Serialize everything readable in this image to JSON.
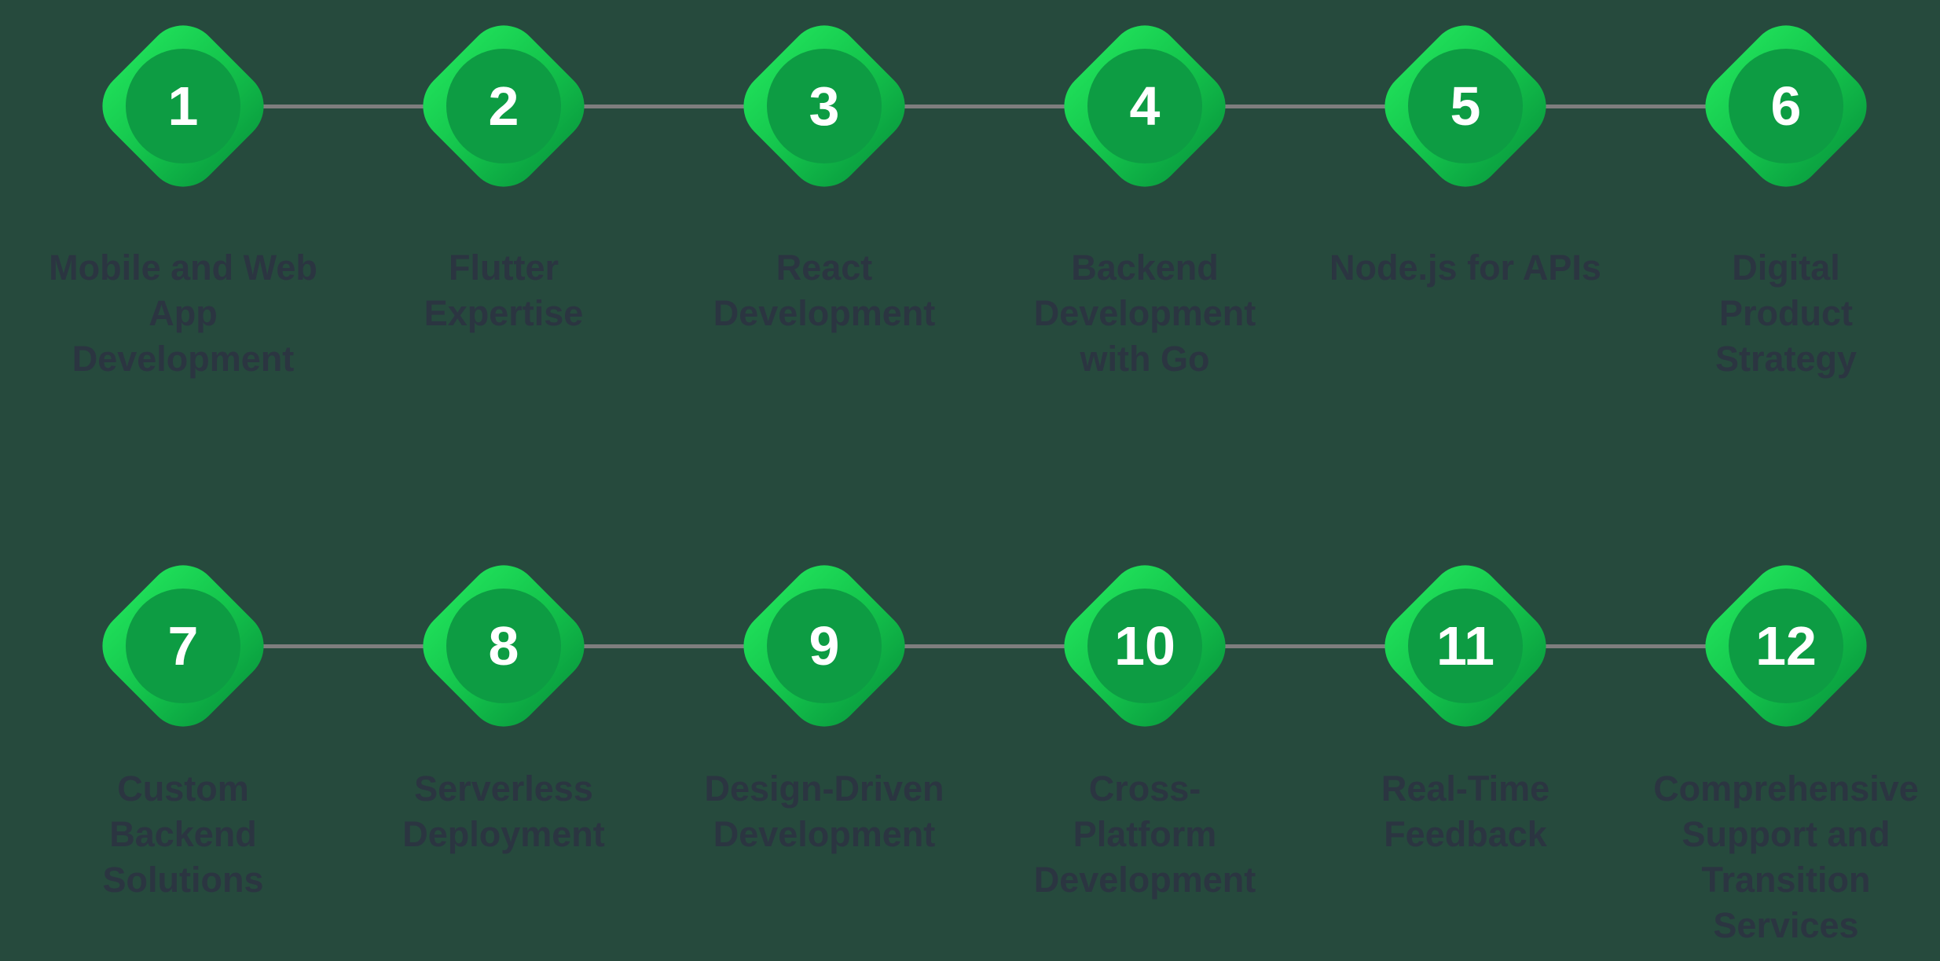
{
  "title": "Process timeline infographic, steps 1 to 12",
  "colors": {
    "background": "#264a3d",
    "diamond_gradient_start": "#1edc58",
    "diamond_gradient_mid": "#14c44c",
    "diamond_gradient_end": "#0ba341",
    "inner_circle": "#0d9c43",
    "number_text": "#ffffff",
    "label_text": "#2b3541",
    "connector": "#7e7e7e"
  },
  "rows": [
    {
      "items": [
        {
          "number": "1",
          "label": "Mobile and Web App Development",
          "lines": [
            "Mobile and Web",
            "App",
            "Development"
          ]
        },
        {
          "number": "2",
          "label": "Flutter Expertise",
          "lines": [
            "Flutter",
            "Expertise"
          ]
        },
        {
          "number": "3",
          "label": "React Development",
          "lines": [
            "React",
            "Development"
          ]
        },
        {
          "number": "4",
          "label": "Backend Development with Go",
          "lines": [
            "Backend",
            "Development",
            "with Go"
          ]
        },
        {
          "number": "5",
          "label": "Node.js for APIs",
          "lines": [
            "Node.js for APIs"
          ]
        },
        {
          "number": "6",
          "label": "Digital Product Strategy",
          "lines": [
            "Digital",
            "Product",
            "Strategy"
          ]
        }
      ]
    },
    {
      "items": [
        {
          "number": "7",
          "label": "Custom Backend Solutions",
          "lines": [
            "Custom",
            "Backend",
            "Solutions"
          ]
        },
        {
          "number": "8",
          "label": "Serverless Deployment",
          "lines": [
            "Serverless",
            "Deployment"
          ]
        },
        {
          "number": "9",
          "label": "Design-Driven Development",
          "lines": [
            "Design-Driven",
            "Development"
          ]
        },
        {
          "number": "10",
          "label": "Cross-Platform Development",
          "lines": [
            "Cross-",
            "Platform",
            "Development"
          ]
        },
        {
          "number": "11",
          "label": "Real-Time Feedback",
          "lines": [
            "Real-Time",
            "Feedback"
          ]
        },
        {
          "number": "12",
          "label": "Comprehensive Support and Transition Services",
          "lines": [
            "Comprehensive",
            "Support and",
            "Transition",
            "Services"
          ]
        }
      ]
    }
  ]
}
